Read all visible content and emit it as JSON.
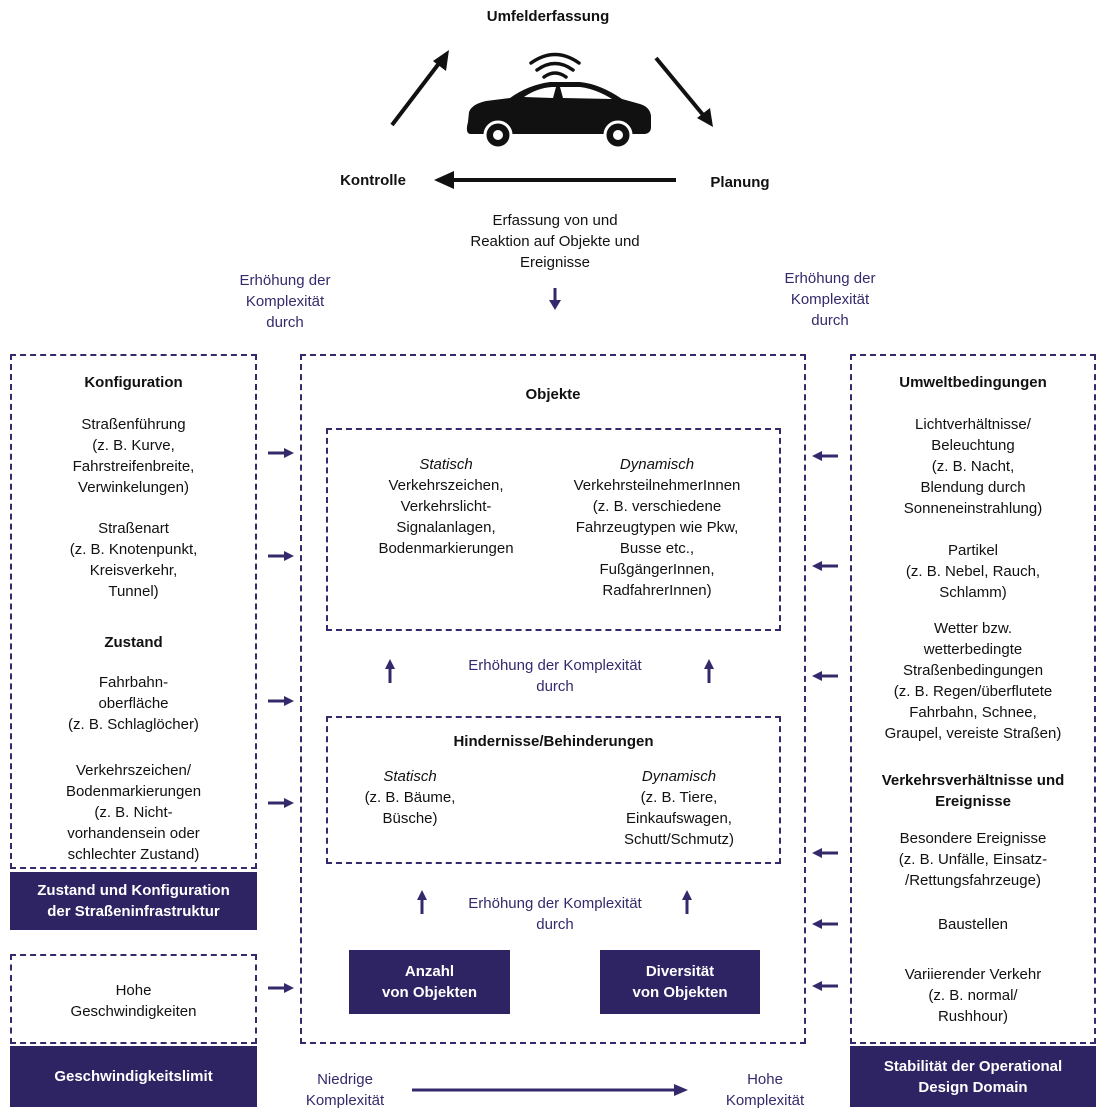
{
  "cycle": {
    "top": "Umfelderfassung",
    "left": "Kontrolle",
    "right": "Planung",
    "center": "Erfassung von und\nReaktion auf Objekte und\nEreignisse"
  },
  "complexity_side": "Erhöhung der\nKomplexität\ndurch",
  "complexity_center": "Erhöhung der Komplexität\ndurch",
  "left_panel": {
    "heading1": "Konfiguration",
    "item1": "Straßenführung\n(z. B. Kurve,\nFahrstreifenbreite,\nVerwinkelungen)",
    "item2": "Straßenart\n(z. B. Knotenpunkt,\nKreisverkehr,\nTunnel)",
    "heading2": "Zustand",
    "item3": "Fahrbahn-\noberfläche\n(z. B. Schlaglöcher)",
    "item4": "Verkehrszeichen/\nBodenmarkierungen\n(z. B. Nicht-\nvorhandensein oder\nschlechter Zustand)",
    "label": "Zustand und Konfiguration\nder Straßeninfrastruktur"
  },
  "speed_panel": {
    "text": "Hohe\nGeschwindigkeiten",
    "label": "Geschwindigkeitslimit"
  },
  "center_panel": {
    "heading": "Objekte",
    "static_label": "Statisch",
    "static_text": "Verkehrszeichen,\nVerkehrslicht-\nSignalanlagen,\nBodenmarkierungen",
    "dynamic_label": "Dynamisch",
    "dynamic_text": "VerkehrsteilnehmerInnen\n(z. B. verschiedene\nFahrzeugtypen wie Pkw,\nBusse etc.,\nFußgängerInnen,\nRadfahrerInnen)",
    "obstacles_heading": "Hindernisse/Behinderungen",
    "obs_static_label": "Statisch",
    "obs_static_text": "(z. B. Bäume,\nBüsche)",
    "obs_dynamic_label": "Dynamisch",
    "obs_dynamic_text": "(z. B. Tiere,\nEinkaufswagen,\nSchutt/Schmutz)",
    "count_box": "Anzahl\nvon Objekten",
    "diversity_box": "Diversität\nvon Objekten"
  },
  "right_panel": {
    "heading1": "Umweltbedingungen",
    "item1": "Lichtverhältnisse/\nBeleuchtung\n(z. B. Nacht,\nBlendung durch\nSonneneinstrahlung)",
    "item2": "Partikel\n(z. B. Nebel, Rauch,\nSchlamm)",
    "item3": "Wetter bzw.\nwetterbedingte\nStraßenbedingungen\n(z. B. Regen/überflutete\nFahrbahn, Schnee,\nGraupel, vereiste Straßen)",
    "heading2": "Verkehrsverhältnisse und\nEreignisse",
    "item4": "Besondere Ereignisse\n(z. B. Unfälle, Einsatz-\n/Rettungsfahrzeuge)",
    "item5": "Baustellen",
    "item6": "Variierender Verkehr\n(z. B. normal/\nRushhour)",
    "label": "Stabilität der Operational\nDesign Domain"
  },
  "bottom": {
    "low": "Niedrige\nKomplexität",
    "high": "Hohe\nKomplexität"
  },
  "colors": {
    "accent": "#2e2463",
    "text": "#111111"
  }
}
